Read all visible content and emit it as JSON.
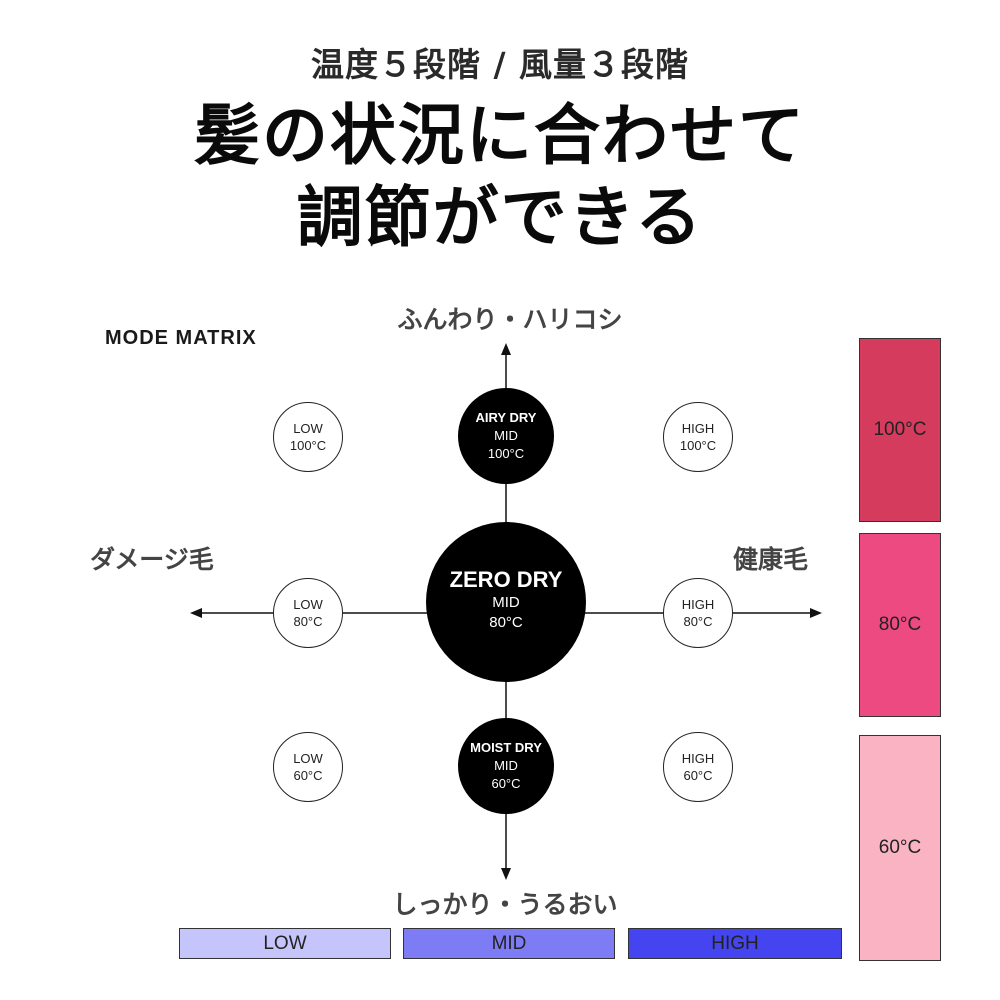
{
  "header": {
    "subtitle": "温度５段階 / 風量３段階",
    "title_line1": "髪の状況に合わせて",
    "title_line2": "調節ができる"
  },
  "matrix": {
    "label": "MODE MATRIX",
    "axes": {
      "top": "ふんわり・ハリコシ",
      "bottom": "しっかり・うるおい",
      "left": "ダメージ毛",
      "right": "健康毛"
    },
    "modes": {
      "top_left": {
        "line1": "LOW",
        "line2": "100°C"
      },
      "top_center": {
        "name": "AIRY DRY",
        "line1": "MID",
        "line2": "100°C"
      },
      "top_right": {
        "line1": "HIGH",
        "line2": "100°C"
      },
      "mid_left": {
        "line1": "LOW",
        "line2": "80°C"
      },
      "center": {
        "name": "ZERO DRY",
        "line1": "MID",
        "line2": "80°C"
      },
      "mid_right": {
        "line1": "HIGH",
        "line2": "80°C"
      },
      "bottom_left": {
        "line1": "LOW",
        "line2": "60°C"
      },
      "bottom_center": {
        "name": "MOIST DRY",
        "line1": "MID",
        "line2": "60°C"
      },
      "bottom_right": {
        "line1": "HIGH",
        "line2": "60°C"
      }
    }
  },
  "temperature_scale": [
    {
      "label": "100°C",
      "color": "#d53b5d"
    },
    {
      "label": "80°C",
      "color": "#ed4a82"
    },
    {
      "label": "60°C",
      "color": "#f9b3c2"
    }
  ],
  "airflow_scale": [
    {
      "label": "LOW",
      "color": "#c5c5fb"
    },
    {
      "label": "MID",
      "color": "#7d7cf5"
    },
    {
      "label": "HIGH",
      "color": "#4444f1"
    }
  ]
}
